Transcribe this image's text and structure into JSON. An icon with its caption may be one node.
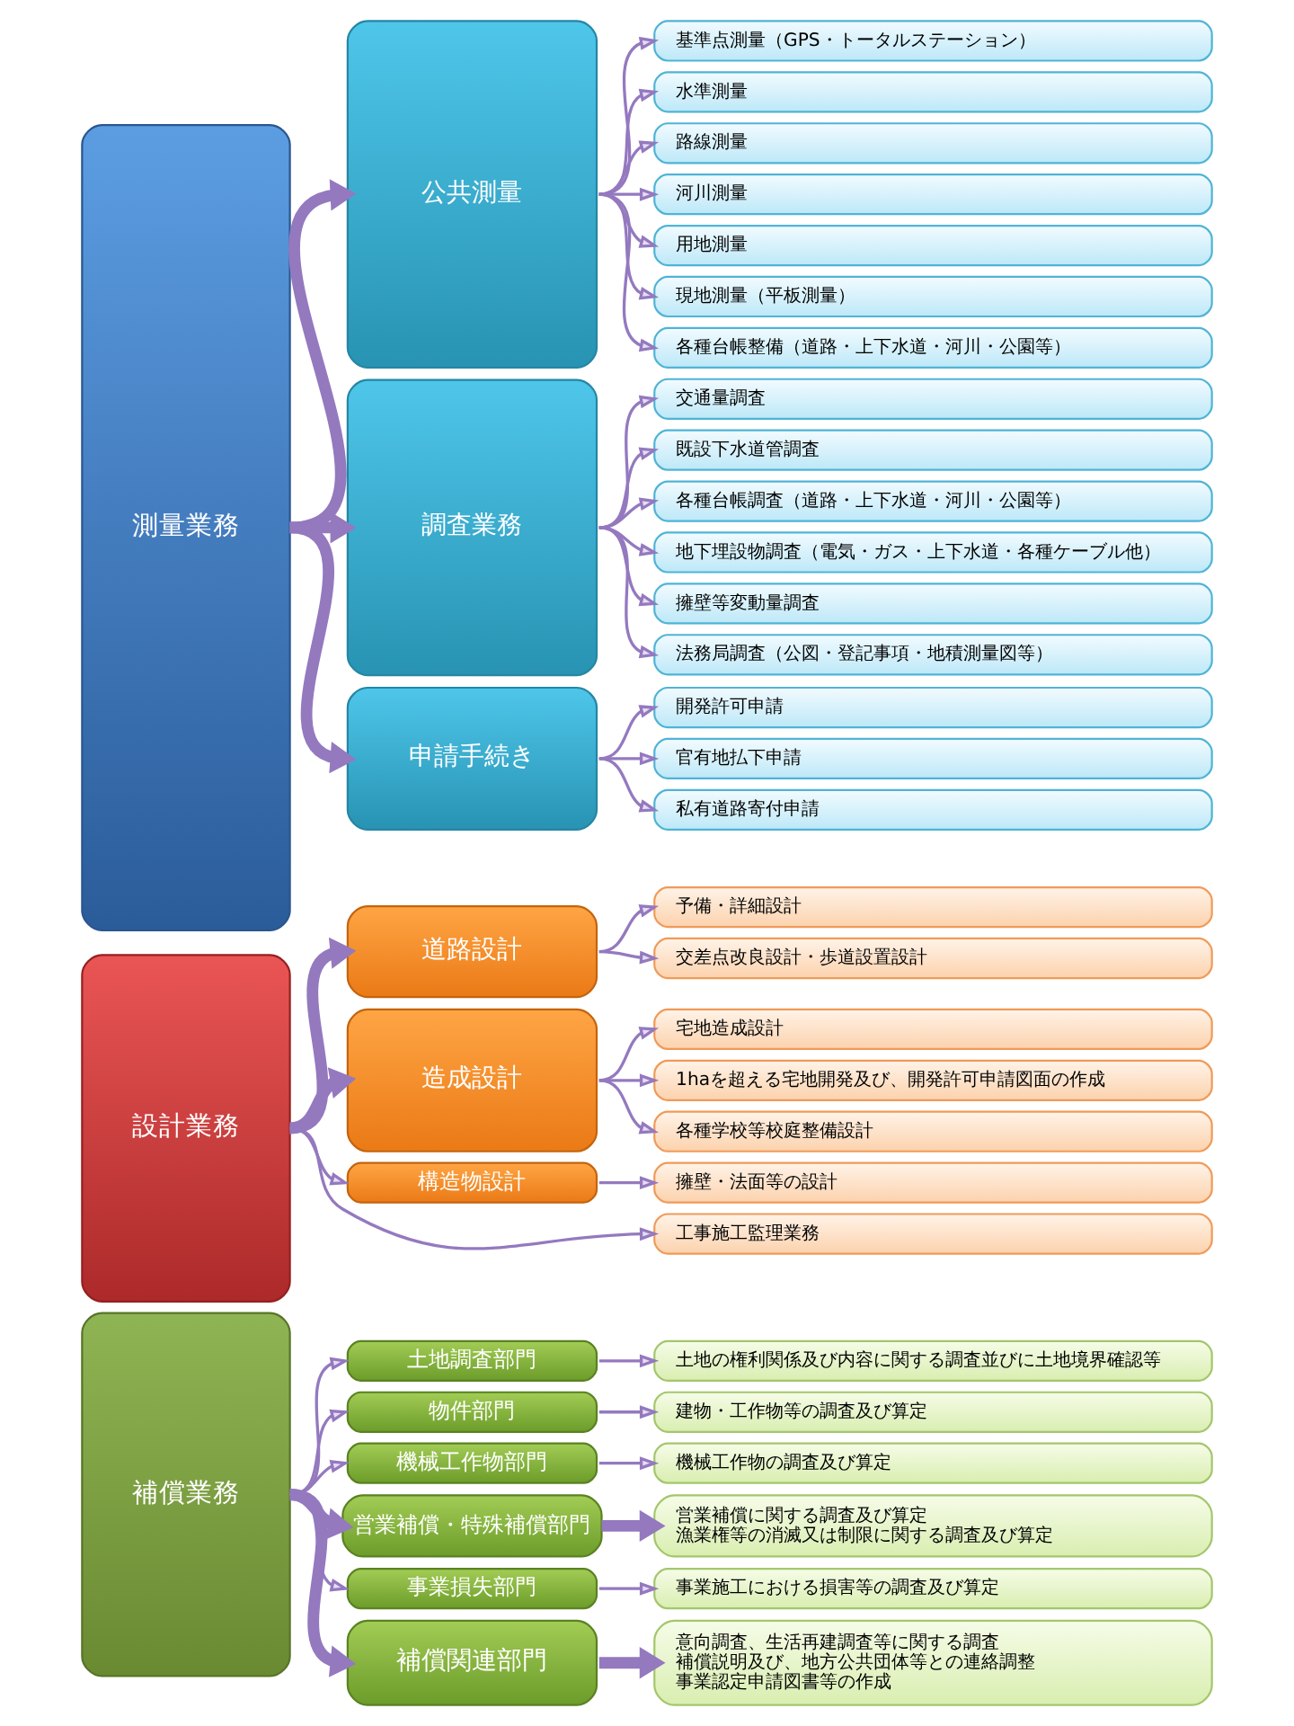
{
  "diagram": {
    "nodes": [
      {
        "text": [
          "測量業務"
        ]
      },
      {
        "text": [
          "公共測量"
        ]
      },
      {
        "text": [
          "基準点測量（GPS・トータルステーション）"
        ]
      },
      {
        "text": [
          "水準測量"
        ]
      },
      {
        "text": [
          "路線測量"
        ]
      },
      {
        "text": [
          "河川測量"
        ]
      },
      {
        "text": [
          "用地測量"
        ]
      },
      {
        "text": [
          "現地測量（平板測量）"
        ]
      },
      {
        "text": [
          "各種台帳整備（道路・上下水道・河川・公園等）"
        ]
      },
      {
        "text": [
          "調査業務"
        ]
      },
      {
        "text": [
          "交通量調査"
        ]
      },
      {
        "text": [
          "既設下水道管調査"
        ]
      },
      {
        "text": [
          "各種台帳調査（道路・上下水道・河川・公園等）"
        ]
      },
      {
        "text": [
          "地下埋設物調査（電気・ガス・上下水道・各種ケーブル他）"
        ]
      },
      {
        "text": [
          "擁壁等変動量調査"
        ]
      },
      {
        "text": [
          "法務局調査（公図・登記事項・地積測量図等）"
        ]
      },
      {
        "text": [
          "申請手続き"
        ]
      },
      {
        "text": [
          "開発許可申請"
        ]
      },
      {
        "text": [
          "官有地払下申請"
        ]
      },
      {
        "text": [
          "私有道路寄付申請"
        ]
      },
      {
        "text": [
          "設計業務"
        ]
      },
      {
        "text": [
          "道路設計"
        ]
      },
      {
        "text": [
          "予備・詳細設計"
        ]
      },
      {
        "text": [
          "交差点改良設計・歩道設置設計"
        ]
      },
      {
        "text": [
          "造成設計"
        ]
      },
      {
        "text": [
          "宅地造成設計"
        ]
      },
      {
        "text": [
          "1haを超える宅地開発及び、開発許可申請図面の作成"
        ]
      },
      {
        "text": [
          "各種学校等校庭整備設計"
        ]
      },
      {
        "text": [
          "構造物設計"
        ]
      },
      {
        "text": [
          "擁壁・法面等の設計"
        ]
      },
      {
        "text": [
          "工事施工監理業務"
        ]
      },
      {
        "text": [
          "補償業務"
        ]
      },
      {
        "text": [
          "土地調査部門"
        ]
      },
      {
        "text": [
          "土地の権利関係及び内容に関する調査並びに土地境界確認等"
        ]
      },
      {
        "text": [
          "物件部門"
        ]
      },
      {
        "text": [
          "建物・工作物等の調査及び算定"
        ]
      },
      {
        "text": [
          "機械工作物部門"
        ]
      },
      {
        "text": [
          "機械工作物の調査及び算定"
        ]
      },
      {
        "text": [
          "営業補償・特殊補償部門"
        ]
      },
      {
        "text": [
          "営業補償に関する調査及び算定",
          "漁業権等の消滅又は制限に関する調査及び算定"
        ]
      },
      {
        "text": [
          "事業損失部門"
        ]
      },
      {
        "text": [
          "事業施工における損害等の調査及び算定"
        ]
      },
      {
        "text": [
          "補償関連部門"
        ]
      },
      {
        "text": [
          "意向調査、生活再建調査等に関する調査",
          "補償説明及び、地方公共団体等との連絡調整",
          "事業認定申請図書等の作成"
        ]
      }
    ],
    "edges": [
      {
        "from": 0,
        "to": 1,
        "arrow": "to",
        "style": "thick"
      },
      {
        "from": 1,
        "to": 2,
        "arrow": "to"
      },
      {
        "from": 1,
        "to": 3,
        "arrow": "to"
      },
      {
        "from": 1,
        "to": 4,
        "arrow": "to"
      },
      {
        "from": 1,
        "to": 5,
        "arrow": "to"
      },
      {
        "from": 1,
        "to": 6,
        "arrow": "to"
      },
      {
        "from": 1,
        "to": 7,
        "arrow": "to"
      },
      {
        "from": 1,
        "to": 8,
        "arrow": "to"
      },
      {
        "from": 0,
        "to": 9,
        "arrow": "to",
        "style": "thick"
      },
      {
        "from": 9,
        "to": 10,
        "arrow": "to"
      },
      {
        "from": 9,
        "to": 11,
        "arrow": "to"
      },
      {
        "from": 9,
        "to": 12,
        "arrow": "to"
      },
      {
        "from": 9,
        "to": 13,
        "arrow": "to"
      },
      {
        "from": 9,
        "to": 14,
        "arrow": "to"
      },
      {
        "from": 9,
        "to": 15,
        "arrow": "to"
      },
      {
        "from": 0,
        "to": 16,
        "arrow": "to",
        "style": "thick"
      },
      {
        "from": 16,
        "to": 17,
        "arrow": "to"
      },
      {
        "from": 16,
        "to": 18,
        "arrow": "to"
      },
      {
        "from": 16,
        "to": 19,
        "arrow": "to"
      },
      {
        "from": 20,
        "to": 21,
        "arrow": "to",
        "style": "thick"
      },
      {
        "from": 21,
        "to": 22,
        "arrow": "to"
      },
      {
        "from": 21,
        "to": 23,
        "arrow": "to"
      },
      {
        "from": 20,
        "to": 24,
        "arrow": "to",
        "style": "thick"
      },
      {
        "from": 24,
        "to": 25,
        "arrow": "to"
      },
      {
        "from": 24,
        "to": 26,
        "arrow": "to"
      },
      {
        "from": 24,
        "to": 27,
        "arrow": "to"
      },
      {
        "from": 20,
        "to": 28,
        "arrow": "to"
      },
      {
        "from": 28,
        "to": 29,
        "arrow": "to"
      },
      {
        "from": 20,
        "to": 30,
        "arrow": "to"
      },
      {
        "from": 31,
        "to": 32,
        "arrow": "to"
      },
      {
        "from": 32,
        "to": 33,
        "arrow": "to"
      },
      {
        "from": 31,
        "to": 34,
        "arrow": "to"
      },
      {
        "from": 34,
        "to": 35,
        "arrow": "to"
      },
      {
        "from": 31,
        "to": 36,
        "arrow": "to"
      },
      {
        "from": 36,
        "to": 37,
        "arrow": "to"
      },
      {
        "from": 31,
        "to": 38,
        "arrow": "to",
        "style": "thick"
      },
      {
        "from": 38,
        "to": 39,
        "arrow": "to",
        "style": "thick"
      },
      {
        "from": 31,
        "to": 40,
        "arrow": "to"
      },
      {
        "from": 40,
        "to": 41,
        "arrow": "to"
      },
      {
        "from": 31,
        "to": 42,
        "arrow": "to",
        "style": "thick"
      },
      {
        "from": 42,
        "to": 43,
        "arrow": "to",
        "style": "thick"
      }
    ]
  }
}
